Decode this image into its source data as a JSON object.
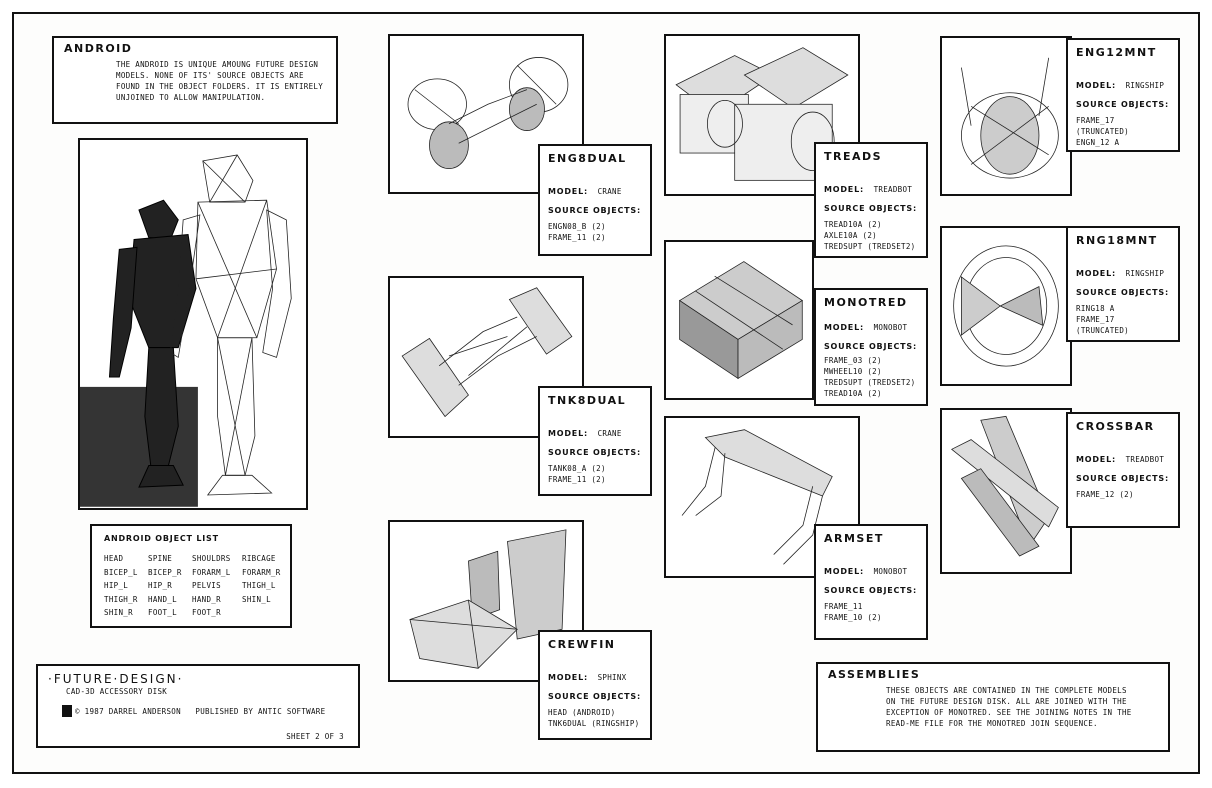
{
  "android": {
    "title": "ANDROID",
    "text": [
      "THE ANDROID IS UNIQUE AMOUNG FUTURE DESIGN",
      "MODELS. NONE OF ITS' SOURCE OBJECTS ARE",
      "FOUND IN THE OBJECT FOLDERS. IT IS ENTIRELY",
      "UNJOINED TO ALLOW MANIPULATION."
    ]
  },
  "object_list": {
    "title": "ANDROID OBJECT LIST",
    "items": [
      "HEAD",
      "SPINE",
      "SHOULDRS",
      "RIBCAGE",
      "BICEP_L",
      "BICEP_R",
      "FORARM_L",
      "FORARM_R",
      "HIP_L",
      "HIP_R",
      "PELVIS",
      "THIGH_L",
      "THIGH_R",
      "HAND_L",
      "HAND_R",
      "SHIN_L",
      "SHIN_R",
      "FOOT_L",
      "FOOT_R"
    ]
  },
  "footer": {
    "title": "·FUTURE·DESIGN·",
    "subtitle": "CAD-3D ACCESSORY DISK",
    "credit": "© 1987 DARREL ANDERSON   PUBLISHED BY ANTIC SOFTWARE",
    "sheet": "SHEET 2 OF 3"
  },
  "labels": {
    "model": "MODEL:",
    "source": "SOURCE OBJECTS:"
  },
  "models": [
    {
      "name": "ENG8DUAL",
      "model": "CRANE",
      "sources": [
        "ENGN08_B (2)",
        "FRAME_11 (2)"
      ]
    },
    {
      "name": "TNK8DUAL",
      "model": "CRANE",
      "sources": [
        "TANK08_A (2)",
        "FRAME_11 (2)"
      ]
    },
    {
      "name": "CREWFIN",
      "model": "SPHINX",
      "sources": [
        "HEAD (ANDROID)",
        "TNK6DUAL (RINGSHIP)"
      ]
    },
    {
      "name": "TREADS",
      "model": "TREADBOT",
      "sources": [
        "TREAD10A (2)",
        "AXLE10A (2)",
        "TREDSUPT (TREDSET2)"
      ]
    },
    {
      "name": "MONOTRED",
      "model": "MONOBOT",
      "sources": [
        "FRAME_03 (2)",
        "MWHEEL10 (2)",
        "TREDSUPT (TREDSET2)",
        "TREAD10A (2)"
      ]
    },
    {
      "name": "ARMSET",
      "model": "MONOBOT",
      "sources": [
        "FRAME_11",
        "FRAME_10 (2)"
      ]
    },
    {
      "name": "ENG12MNT",
      "model": "RINGSHIP",
      "sources": [
        "FRAME_17 (TRUNCATED)",
        "ENGN_12 A"
      ]
    },
    {
      "name": "RNG18MNT",
      "model": "RINGSHIP",
      "sources": [
        "RING18 A",
        "FRAME_17 (TRUNCATED)"
      ]
    },
    {
      "name": "CROSSBAR",
      "model": "TREADBOT",
      "sources": [
        "FRAME_12 (2)"
      ]
    }
  ],
  "assemblies": {
    "title": "ASSEMBLIES",
    "text": [
      "THESE OBJECTS ARE CONTAINED IN THE COMPLETE MODELS",
      "ON THE FUTURE DESIGN DISK. ALL ARE JOINED WITH THE",
      "EXCEPTION OF MONOTRED. SEE THE JOINING NOTES IN THE",
      "READ-ME FILE FOR THE MONOTRED JOIN SEQUENCE."
    ]
  }
}
